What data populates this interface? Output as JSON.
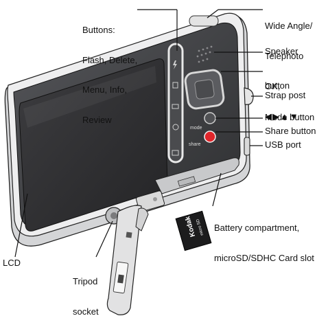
{
  "labels": {
    "buttons": [
      "Buttons:",
      "Flash, Delete,",
      "Menu, Info,",
      "Review"
    ],
    "wide_angle": [
      "Wide Angle/",
      "Telephoto",
      "button"
    ],
    "speaker": "Speaker",
    "ok": "OK,",
    "ok_arrows": "◀▶▲▼",
    "strap_post": "Strap post",
    "mode_button": "Mode button",
    "share_button": "Share button",
    "usb_port": "USB port",
    "battery": [
      "Battery compartment,",
      "microSD/SDHC Card slot"
    ],
    "lcd": "LCD",
    "tripod": [
      "Tripod",
      "socket"
    ]
  },
  "camera_text": {
    "mode": "mode",
    "share": "share",
    "card_brand": "Kodak",
    "card_type": "micro SD"
  },
  "colors": {
    "body_dark": "#3a3a3c",
    "trim": "#e9e9e9",
    "screen": "#2b2b2d",
    "share_red": "#e0262b"
  }
}
